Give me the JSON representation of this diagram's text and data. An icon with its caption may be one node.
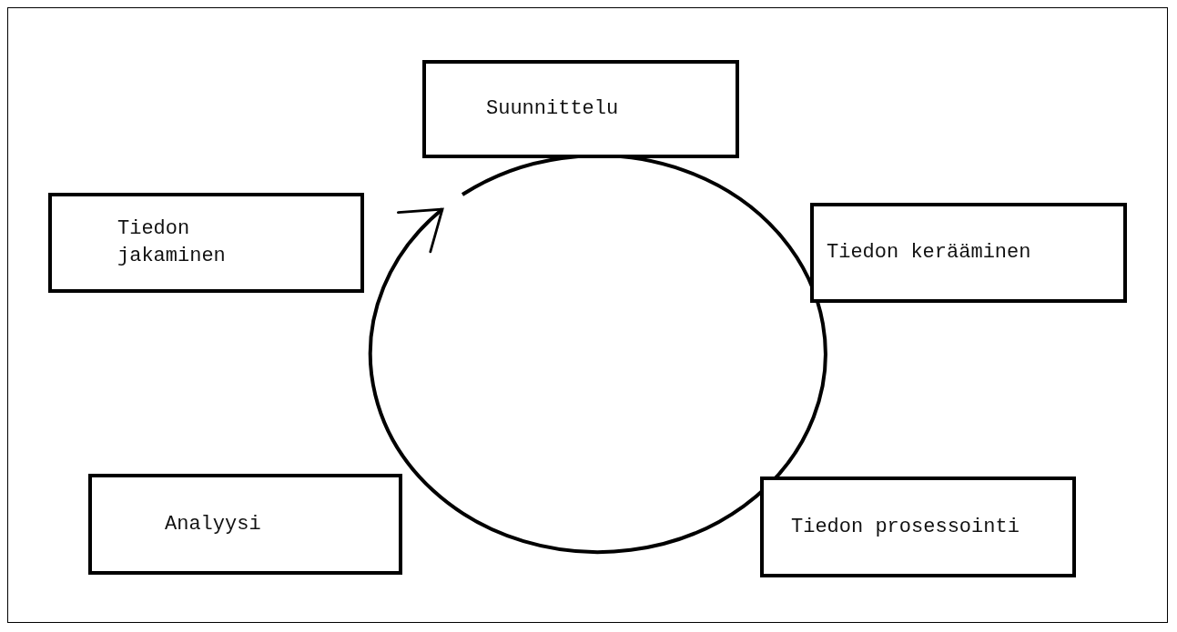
{
  "diagram": {
    "nodes": [
      {
        "text": [
          "Suunnittelu"
        ]
      },
      {
        "text": [
          "Tiedon jakaminen"
        ]
      },
      {
        "text": [
          "Tiedon kerääminen"
        ]
      },
      {
        "text": [
          "Analyysi"
        ]
      },
      {
        "text": [
          "Tiedon prosessointi"
        ]
      }
    ]
  }
}
